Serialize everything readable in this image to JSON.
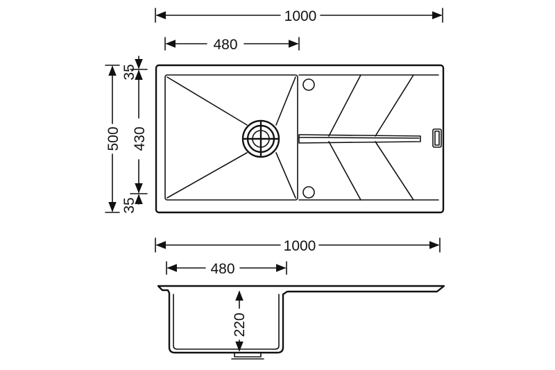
{
  "plan_view": {
    "overall_width": "1000",
    "bowl_width": "480",
    "overall_depth": "500",
    "bowl_depth": "430",
    "top_rim": "35",
    "bottom_rim": "35"
  },
  "section_view": {
    "overall_width": "1000",
    "bowl_width": "480",
    "bowl_height": "220"
  }
}
